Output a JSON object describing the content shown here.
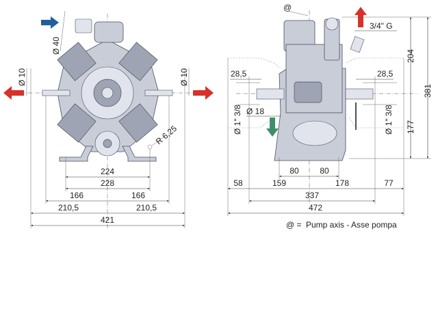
{
  "front_view": {
    "inlet_diameter": "Ø 40",
    "outlet_left_diameter": "Ø 10",
    "outlet_right_diameter": "Ø 10",
    "mount_radius": "R 6,25",
    "dims": {
      "d224": "224",
      "d228": "228",
      "d166_left": "166",
      "d166_right": "166",
      "d210_left": "210,5",
      "d210_right": "210,5",
      "d421": "421"
    }
  },
  "side_view": {
    "pump_axis_symbol": "@",
    "delivery_thread": "3/4\" G",
    "left_offset": "28,5",
    "right_offset": "28,5",
    "left_port": "Ø 1\" 3/8",
    "right_port": "Ø 1\" 3/8",
    "drain_diameter": "Ø 18",
    "dims": {
      "d80_left": "80",
      "d80_right": "80",
      "d58": "58",
      "d159": "159",
      "d178": "178",
      "d77": "77",
      "d337": "337",
      "d472": "472",
      "h204": "204",
      "h177": "177",
      "h381": "381"
    }
  },
  "legend": {
    "symbol": "@ =",
    "text": "Pump axis - Asse pompa"
  },
  "colors": {
    "inlet_arrow": "#1f5fa0",
    "outlet_arrow": "#d9302b",
    "drain_arrow": "#3f8f6a"
  }
}
